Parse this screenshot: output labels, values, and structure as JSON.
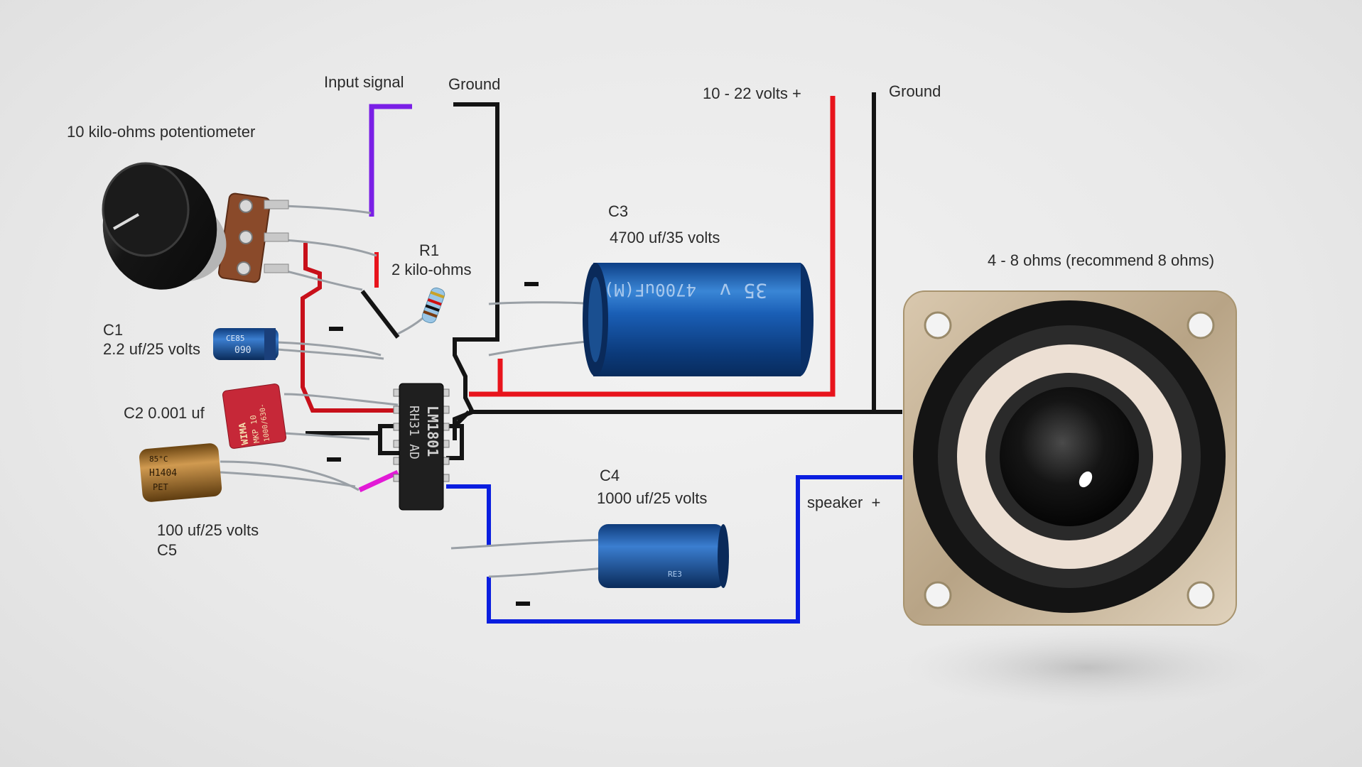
{
  "labels": {
    "input_signal": "Input signal",
    "ground_top": "Ground",
    "supply_voltage": "10 - 22 volts +",
    "ground_right": "Ground",
    "pot": "10 kilo-ohms potentiometer",
    "r1_name": "R1",
    "r1_value": "2 kilo-ohms",
    "c1_name": "C1",
    "c1_value": "2.2 uf/25 volts",
    "c2": "C2 0.001 uf",
    "c3_name": "C3",
    "c3_value": "4700 uf/35 volts",
    "c4_name": "C4",
    "c4_value": "1000 uf/25 volts",
    "c5_value": "100 uf/25 volts",
    "c5_name": "C5",
    "speaker_plus": "speaker  +",
    "speaker_impedance": "4 - 8 ohms (recommend 8 ohms)"
  },
  "component_markings": {
    "ic": [
      "LM1801",
      "RH31 AD"
    ],
    "c3": [
      "35 v",
      "4700uF(M)"
    ],
    "c1": [
      "CE85",
      "090"
    ],
    "c2": [
      "WIMA",
      "MKP 10",
      "1000/630-"
    ],
    "c5": [
      "85°C",
      "H1404",
      "PET"
    ],
    "c4": [
      "RE3"
    ]
  },
  "colors": {
    "wire_red": "#e8141c",
    "wire_black": "#141414",
    "wire_blue": "#0a1ee0",
    "wire_purple": "#7a1fe6",
    "wire_magenta": "#e21ad6",
    "cap_blue": "#1d5fb8",
    "background": "#ececec"
  }
}
